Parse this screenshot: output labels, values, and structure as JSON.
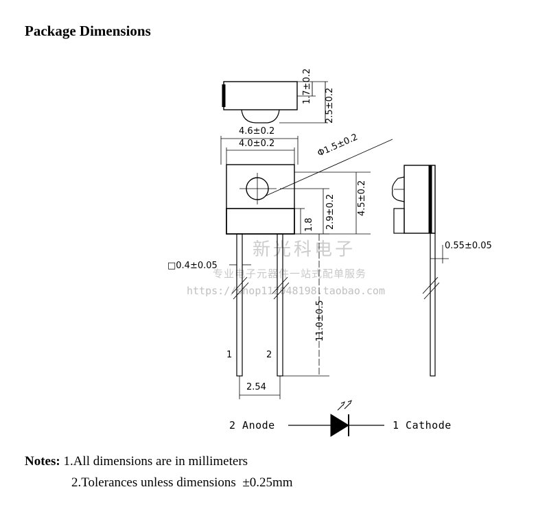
{
  "title": "Package Dimensions",
  "dimensions": {
    "top_h1": "1.7±0.2",
    "top_h2": "2.5±0.2",
    "outer_width": "4.6±0.2",
    "inner_width": "4.0±0.2",
    "lens_diameter": "Φ1.5±0.2",
    "body_height": "4.5±0.2",
    "lens_height": "2.9±0.2",
    "window_height": "1.8",
    "lead_square": "□0.4±0.05",
    "lead_thickness": "0.55±0.05",
    "lead_length": "11.0±0.5",
    "pitch": "2.54"
  },
  "pins": {
    "pin1": "1",
    "pin2": "2"
  },
  "symbol": {
    "anode": "2 Anode",
    "cathode": "1 Cathode"
  },
  "watermark": {
    "line1": "新光科电子",
    "line2": "专业电子元器件一站式配单服务",
    "line3": "https://shop112048198.taobao.com"
  },
  "notes": {
    "label": "Notes:",
    "line1": " 1.All dimensions are in millimeters",
    "line2": "2.Tolerances unless dimensions  ±0.25mm"
  }
}
